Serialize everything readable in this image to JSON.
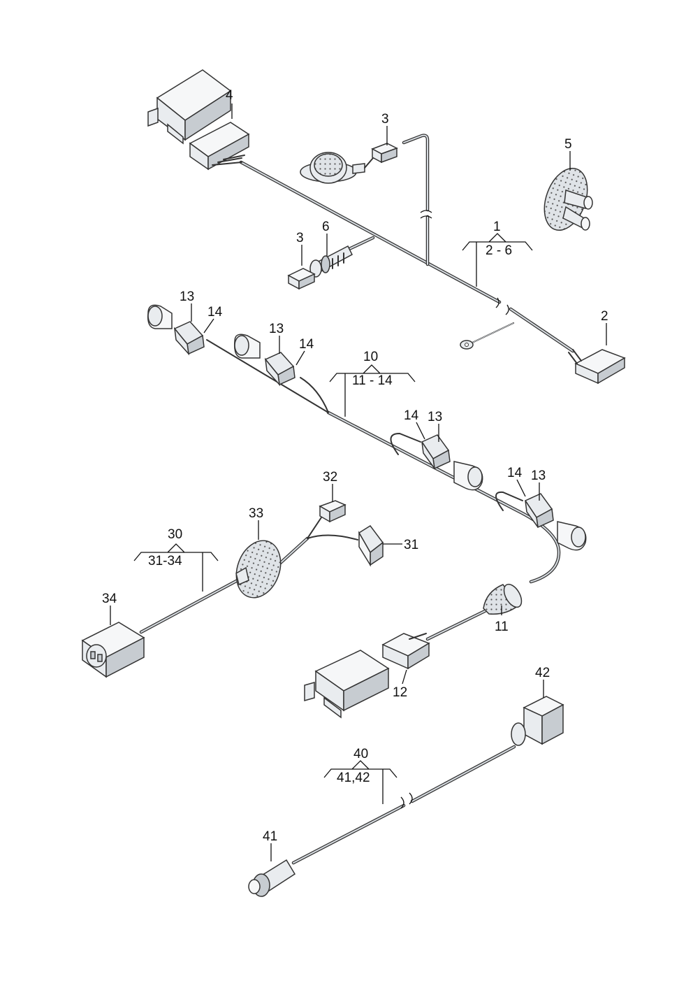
{
  "callouts": {
    "c1": "1",
    "c2": "2",
    "c3a": "3",
    "c3b": "3",
    "c4": "4",
    "c5": "5",
    "c6": "6",
    "c10": "10",
    "c11": "11",
    "c12": "12",
    "c13a": "13",
    "c13b": "13",
    "c13c": "13",
    "c13d": "13",
    "c14a": "14",
    "c14b": "14",
    "c14c": "14",
    "c14d": "14",
    "c30": "30",
    "c31": "31",
    "c32": "32",
    "c33": "33",
    "c34": "34",
    "c40": "40",
    "c41": "41",
    "c42": "42"
  },
  "groups": {
    "g1": "2 - 6",
    "g10": "11 - 14",
    "g30": "31-34",
    "g40": "41,42"
  },
  "colors": {
    "line": "#333333",
    "fill": "#e9ecef",
    "shade": "#c7ccd1"
  }
}
